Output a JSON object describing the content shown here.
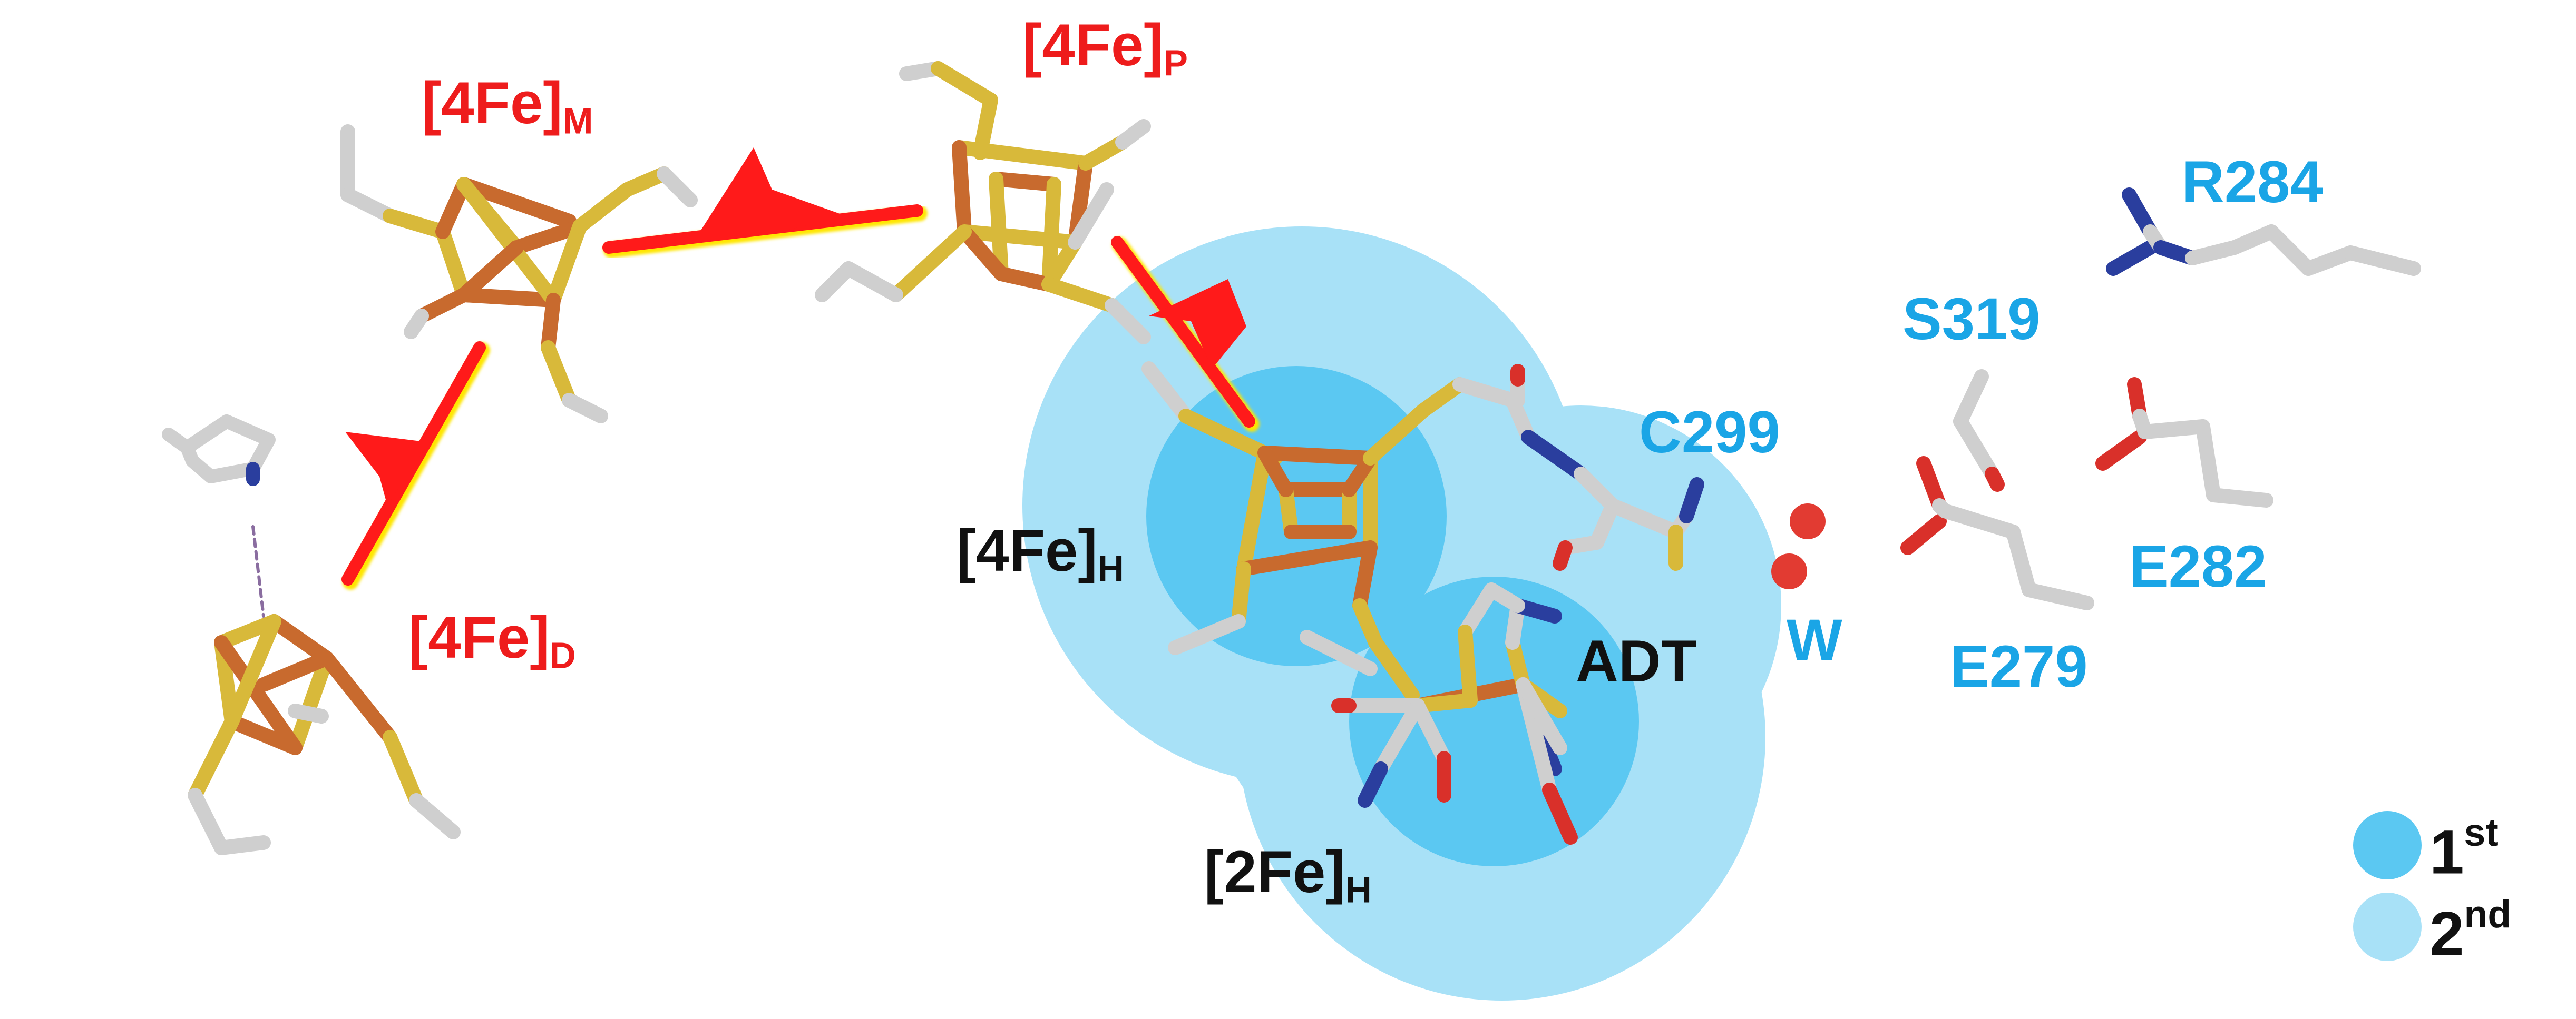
{
  "clusters": {
    "fe4_m": {
      "base": "[4Fe]",
      "sub": "M"
    },
    "fe4_p": {
      "base": "[4Fe]",
      "sub": "P"
    },
    "fe4_d": {
      "base": "[4Fe]",
      "sub": "D"
    },
    "fe4_h": {
      "base": "[4Fe]",
      "sub": "H"
    },
    "fe2_h": {
      "base": "[2Fe]",
      "sub": "H"
    },
    "adt": "ADT"
  },
  "residues": {
    "c299": "C299",
    "w": "W",
    "s319": "S319",
    "r284": "R284",
    "e282": "E282",
    "e279": "E279"
  },
  "legend": [
    {
      "label": "1",
      "sup": "st",
      "color": "#5bc8f2"
    },
    {
      "label": "2",
      "sup": "nd",
      "color": "#a8e1f7"
    }
  ],
  "colors": {
    "electron_path": "#ff1a1a",
    "electron_glow": "#ffe600",
    "first_sphere": "#5bc8f2",
    "second_sphere": "#a8e1f7",
    "cluster_label": "#ee1c1c",
    "residue_label": "#1aa5e6",
    "fe": "#c86a2e",
    "s": "#d8b93a",
    "c": "#cfcfcf",
    "n": "#2a3e9e",
    "o": "#d9302a"
  }
}
